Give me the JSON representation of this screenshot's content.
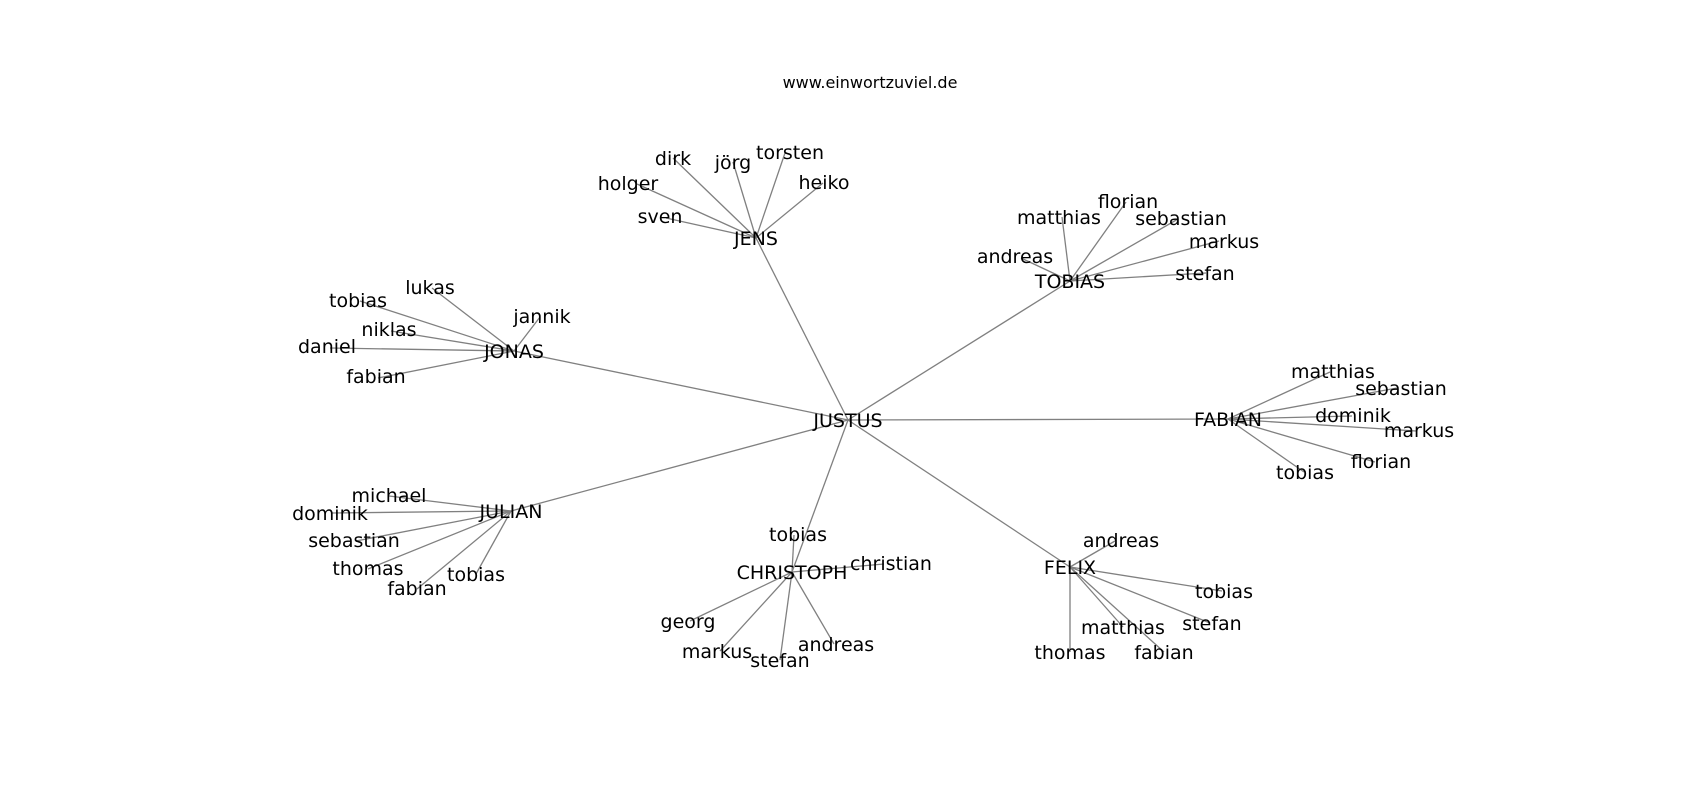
{
  "caption": "www.einwortzuviel.de",
  "colors": {
    "edge": "#808080",
    "text": "#000000",
    "background": "#ffffff"
  },
  "center": {
    "id": "justus",
    "label": "JUSTUS"
  },
  "clusters": [
    {
      "id": "jens",
      "label": "JENS",
      "children": [
        "dirk",
        "jörg",
        "torsten",
        "holger",
        "heiko",
        "sven"
      ]
    },
    {
      "id": "tobias",
      "label": "TOBIAS",
      "children": [
        "florian",
        "matthias",
        "sebastian",
        "markus",
        "andreas",
        "stefan"
      ]
    },
    {
      "id": "jonas",
      "label": "JONAS",
      "children": [
        "lukas",
        "tobias",
        "jannik",
        "niklas",
        "daniel",
        "fabian"
      ]
    },
    {
      "id": "fabian",
      "label": "FABIAN",
      "children": [
        "matthias",
        "sebastian",
        "dominik",
        "markus",
        "florian",
        "tobias"
      ]
    },
    {
      "id": "julian",
      "label": "JULIAN",
      "children": [
        "michael",
        "dominik",
        "sebastian",
        "thomas",
        "tobias",
        "fabian"
      ]
    },
    {
      "id": "christoph",
      "label": "CHRISTOPH",
      "children": [
        "tobias",
        "christian",
        "georg",
        "andreas",
        "markus",
        "stefan"
      ]
    },
    {
      "id": "felix",
      "label": "FELIX",
      "children": [
        "andreas",
        "tobias",
        "stefan",
        "matthias",
        "thomas",
        "fabian"
      ]
    }
  ]
}
